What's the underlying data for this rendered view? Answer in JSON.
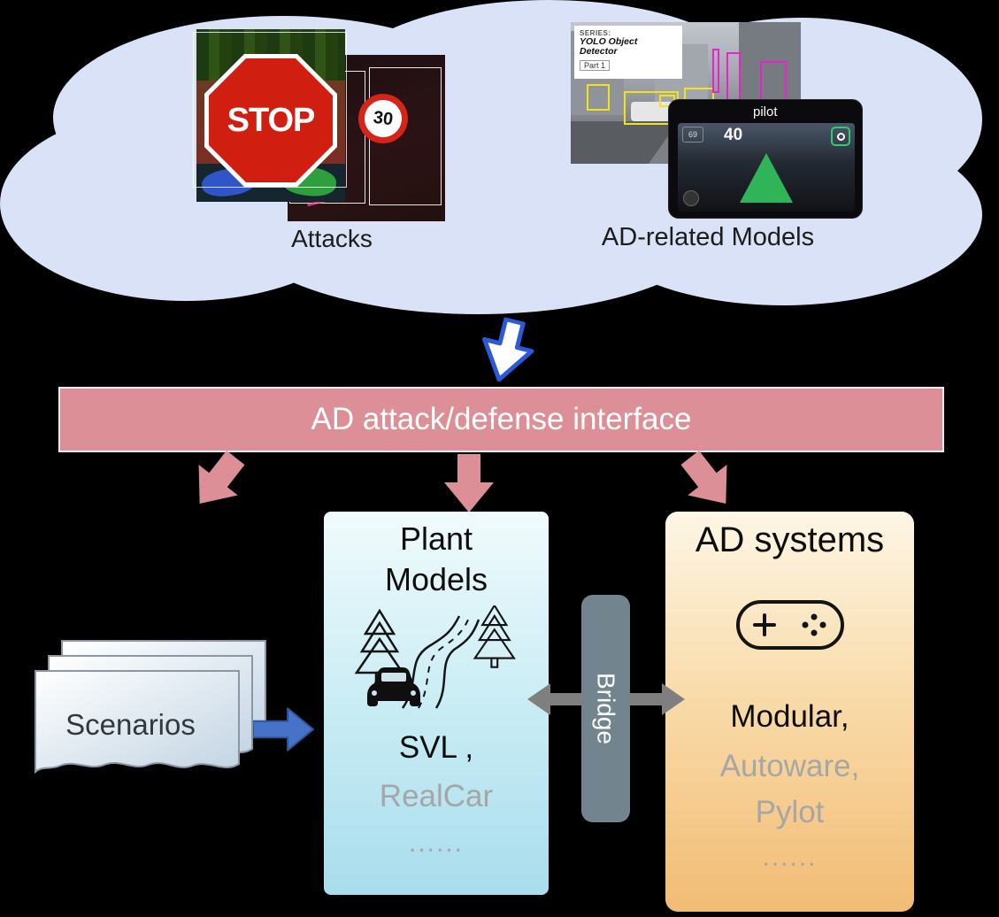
{
  "colors": {
    "cloud": "#d9e2f6",
    "interface_bar": "#dd8f97",
    "bridge": "#72858f",
    "muted_text": "#a6a6a6",
    "scenario_arrow": "#4673c8"
  },
  "cloud": {
    "attacks": {
      "label": "Attacks",
      "stop_sign_text": "STOP",
      "speed_limit_text": "30"
    },
    "models": {
      "label": "AD-related Models",
      "yolo_series": "SERIES:",
      "yolo_title": "YOLO Object Detector",
      "yolo_part": "Part 1",
      "pilot_brand": "pilot",
      "pilot_speed": "40",
      "pilot_set_speed": "69"
    }
  },
  "interface_bar": {
    "label": "AD attack/defense interface"
  },
  "scenarios": {
    "label": "Scenarios"
  },
  "plant_models": {
    "title_line1": "Plant",
    "title_line2": "Models",
    "item1": "SVL ,",
    "item2": "RealCar",
    "dots": "......"
  },
  "bridge": {
    "label": "Bridge"
  },
  "ad_systems": {
    "title": "AD systems",
    "item1": "Modular,",
    "item2": "Autoware,",
    "item3": "Pylot",
    "dots": "......"
  }
}
